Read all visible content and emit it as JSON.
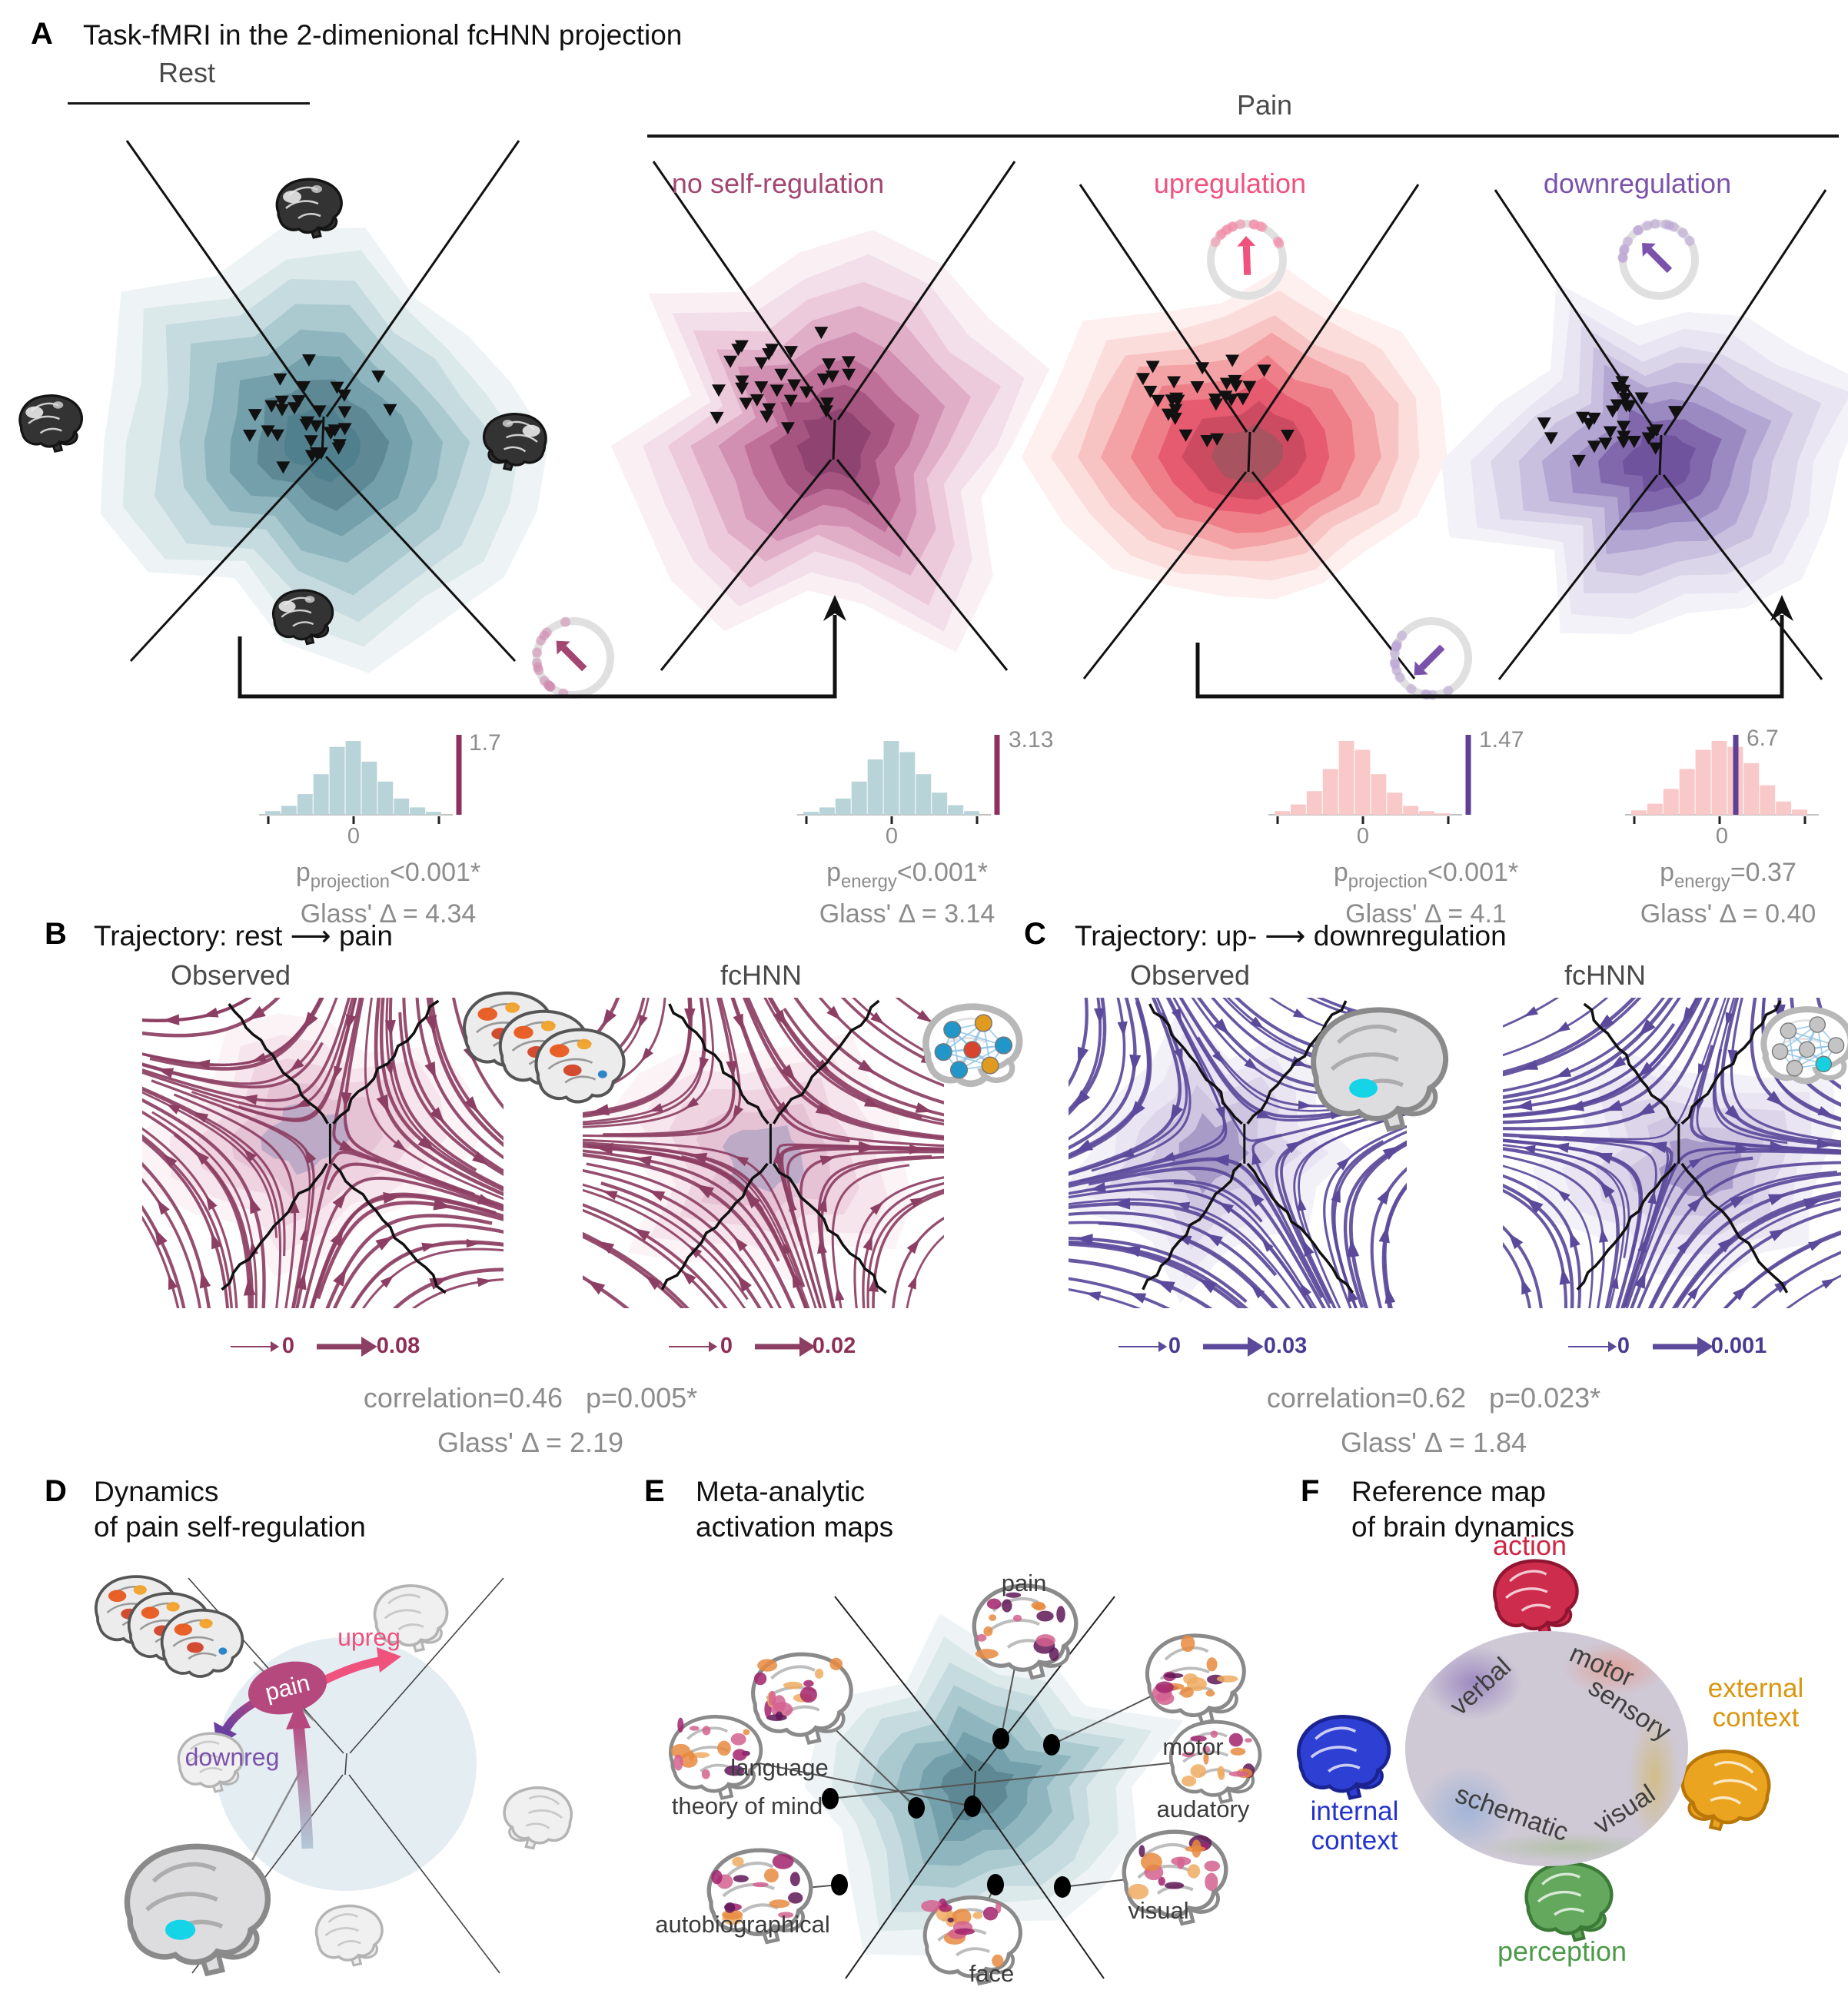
{
  "panelA": {
    "label": "A",
    "title": "Task-fMRI in the 2-dimenional fcHNN projection",
    "rest_header": "Rest",
    "pain_header": "Pain",
    "rest_color": "#5d8894",
    "conditions": [
      {
        "label": "no self-regulation",
        "color": "#a34672"
      },
      {
        "label": "upregulation",
        "color": "#f0527e"
      },
      {
        "label": "downregulation",
        "color": "#7b52ab"
      }
    ],
    "tests": [
      {
        "stat_value": "1.7",
        "zero_tick": "0",
        "p_name": "p",
        "p_sub": "projection",
        "p_rest": "<0.001*",
        "glass": "Glass' Δ = 4.34"
      },
      {
        "stat_value": "3.13",
        "zero_tick": "0",
        "p_name": "p",
        "p_sub": "energy",
        "p_rest": "<0.001*",
        "glass": "Glass' Δ = 3.14"
      },
      {
        "stat_value": "1.47",
        "zero_tick": "0",
        "p_name": "p",
        "p_sub": "projection",
        "p_rest": "<0.001*",
        "glass": "Glass' Δ = 4.1"
      },
      {
        "stat_value": "6.7",
        "zero_tick": "0",
        "p_name": "p",
        "p_sub": "energy",
        "p_rest": "=0.37",
        "glass": "Glass' Δ = 0.40"
      }
    ]
  },
  "panelB": {
    "label": "B",
    "title": "Trajectory: rest ⟶ pain",
    "observed_label": "Observed",
    "model_label": "fcHNN",
    "stream_color": "#8d3f63",
    "legends": [
      {
        "min": "0",
        "max": "0.08"
      },
      {
        "min": "0",
        "max": "0.02"
      }
    ],
    "stats_line1": "correlation=0.46   p=0.005*",
    "stats_line2": "Glass' Δ = 2.19"
  },
  "panelC": {
    "label": "C",
    "title": "Trajectory: up- ⟶ downregulation",
    "observed_label": "Observed",
    "model_label": "fcHNN",
    "stream_color": "#5b4a9b",
    "legends": [
      {
        "min": "0",
        "max": "0.03"
      },
      {
        "min": "0",
        "max": "0.001"
      }
    ],
    "stats_line1": "correlation=0.62   p=0.023*",
    "stats_line2": "Glass' Δ = 1.84"
  },
  "panelD": {
    "label": "D",
    "title_line1": "Dynamics",
    "title_line2": "of pain self-regulation",
    "pain_label": "pain",
    "upreg_label": "upreg",
    "downreg_label": "downreg",
    "upreg_color": "#f0527e",
    "downreg_color": "#7b52ab",
    "pain_oval_color": "#b5497e"
  },
  "panelE": {
    "label": "E",
    "title_line1": "Meta-analytic",
    "title_line2": "activation maps",
    "maps": [
      "pain",
      "motor",
      "language",
      "theory of mind",
      "audatory",
      "autobiographical",
      "face",
      "visual"
    ]
  },
  "panelF": {
    "label": "F",
    "title_line1": "Reference map",
    "title_line2": "of brain dynamics",
    "nodes": [
      {
        "label": "action",
        "color": "#cf2645"
      },
      {
        "label_line1": "external",
        "label_line2": "context",
        "color": "#d9960f"
      },
      {
        "label_line1": "internal",
        "label_line2": "context",
        "color": "#2333cc"
      },
      {
        "label": "perception",
        "color": "#4d9a4a"
      }
    ],
    "gradient_words": [
      "verbal",
      "motor",
      "sensory",
      "schematic",
      "visual"
    ]
  },
  "chart_data": [
    {
      "type": "bar",
      "subtype": "permutation-null-histogram",
      "contrast": "rest vs pain",
      "measure": "projection",
      "observed_statistic": 1.7,
      "null_center": 0,
      "p_label": "p_projection<0.001*",
      "glass_delta": 4.34
    },
    {
      "type": "bar",
      "subtype": "permutation-null-histogram",
      "contrast": "rest vs pain",
      "measure": "energy",
      "observed_statistic": 3.13,
      "null_center": 0,
      "p_label": "p_energy<0.001*",
      "glass_delta": 3.14
    },
    {
      "type": "bar",
      "subtype": "permutation-null-histogram",
      "contrast": "upregulation vs downregulation",
      "measure": "projection",
      "observed_statistic": 1.47,
      "null_center": 0,
      "p_label": "p_projection<0.001*",
      "glass_delta": 4.1
    },
    {
      "type": "bar",
      "subtype": "permutation-null-histogram",
      "contrast": "upregulation vs downregulation",
      "measure": "energy",
      "observed_statistic": 6.7,
      "null_center": 0,
      "p_label": "p_energy=0.37",
      "glass_delta": 0.4
    },
    {
      "type": "heatmap",
      "subtype": "streamplot",
      "panel": "B",
      "condition": "Observed",
      "legend_min": 0,
      "legend_max": 0.08
    },
    {
      "type": "heatmap",
      "subtype": "streamplot",
      "panel": "B",
      "condition": "fcHNN",
      "legend_min": 0,
      "legend_max": 0.02,
      "correlation": 0.46,
      "p": "0.005*",
      "glass_delta": 2.19
    },
    {
      "type": "heatmap",
      "subtype": "streamplot",
      "panel": "C",
      "condition": "Observed",
      "legend_min": 0,
      "legend_max": 0.03
    },
    {
      "type": "heatmap",
      "subtype": "streamplot",
      "panel": "C",
      "condition": "fcHNN",
      "legend_min": 0,
      "legend_max": 0.001,
      "correlation": 0.62,
      "p": "0.023*",
      "glass_delta": 1.84
    }
  ]
}
